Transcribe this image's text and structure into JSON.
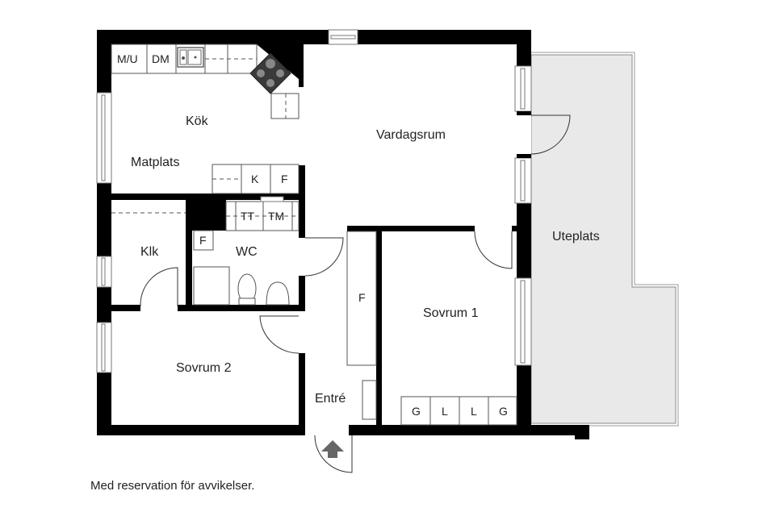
{
  "colors": {
    "wall": "#000000",
    "patio": "#e9e9e9",
    "stove": "#3a3a3a",
    "entry_arrow": "#666666"
  },
  "rooms": {
    "kok": "Kök",
    "matplats": "Matplats",
    "vardagsrum": "Vardagsrum",
    "uteplats": "Uteplats",
    "klk": "Klk",
    "wc": "WC",
    "sovrum1": "Sovrum 1",
    "sovrum2": "Sovrum 2",
    "entre": "Entré"
  },
  "fixtures": {
    "kitchen_top_mu": "M/U",
    "kitchen_top_dm": "DM",
    "kitchen_k": "K",
    "kitchen_f": "F",
    "wc_tt": "TT",
    "wc_tm": "TM",
    "wc_f": "F",
    "hall_f": "F",
    "wardrobe_1": "G",
    "wardrobe_2": "L",
    "wardrobe_3": "L",
    "wardrobe_4": "G"
  },
  "icons": {
    "entry": "entry-arrow-icon"
  },
  "footer": {
    "disclaimer": "Med reservation för avvikelser."
  }
}
